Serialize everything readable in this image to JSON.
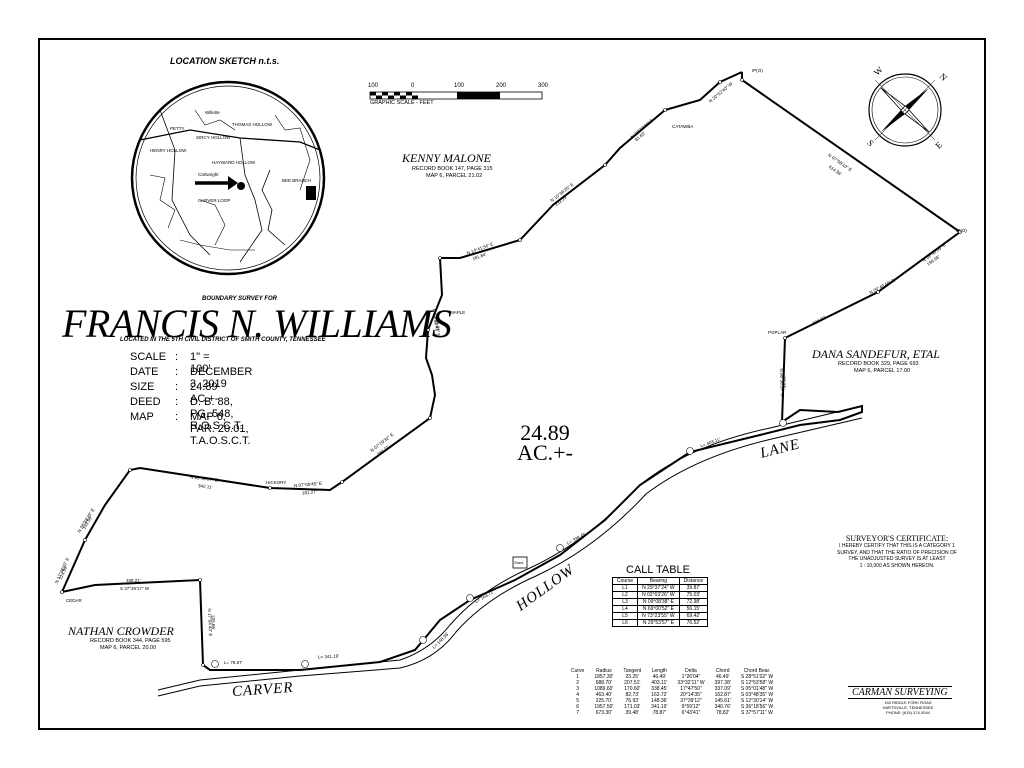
{
  "sheet": {
    "location_sketch": "LOCATION SKETCH  n.t.s.",
    "graphic_scale": {
      "ticks": [
        "100",
        "0",
        "100",
        "200",
        "300"
      ],
      "caption": "GRAPHIC SCALE - FEET"
    },
    "sketch_labels": {
      "cartwright": "Cartwright",
      "willette": "Willette",
      "sircy_hollow": "SIRCY HOLLOW",
      "thomas_hollow": "THOMAS HOLLOW",
      "hayward_hollow": "HAYWARD HOLLOW",
      "bee_branch": "BEE BRANCH",
      "carver_loop": "CARVER LOOP",
      "henry_hollow": "HENRY HOLLOW",
      "petty": "PETTY"
    },
    "title": {
      "prefix": "BOUNDARY SURVEY FOR",
      "name": "FRANCIS N. WILLIAMS",
      "located": "LOCATED IN THE 5TH CIVIL DISTRICT OF SMITH COUNTY, TENNESSEE"
    },
    "info": [
      {
        "key": "SCALE",
        "value": "1\" = 100'"
      },
      {
        "key": "DATE",
        "value": "DECEMBER 3, 2019"
      },
      {
        "key": "SIZE",
        "value": "24.89 AC.+-"
      },
      {
        "key": "DEED",
        "value": "D. B. 88, PG. 548, R.O.S.C.T."
      },
      {
        "key": "MAP",
        "value": "MAP 6, PAR. 20.01, T.A.O.S.C.T."
      }
    ],
    "acreage": {
      "value": "24.89",
      "unit": "AC.+-"
    },
    "owners": {
      "kenny": {
        "name": "KENNY MALONE",
        "line1": "RECORD BOOK 147, PAGE 315",
        "line2": "MAP 6, PARCEL 21.02"
      },
      "dana": {
        "name": "DANA SANDEFUR, ETAL",
        "line1": "RECORD BOOK 329, PAGE 693",
        "line2": "MAP 6, PARCEL 17.00"
      },
      "nathan": {
        "name": "NATHAN CROWDER",
        "line1": "RECORD BOOK 344, PAGE 595",
        "line2": "MAP 6, PARCEL 20.00"
      }
    },
    "roads": {
      "carver": "CARVER",
      "hollow": "HOLLOW",
      "lane": "LANE"
    },
    "compass": {
      "n": "N",
      "s": "S",
      "e": "E",
      "w": "W"
    },
    "boundary_labels": {
      "b1": "N 07°08'10\" E",
      "b1d": "614.96'",
      "b2": "N 20°52'40\" W",
      "b2d": "121.40'",
      "b3": "N 07°28'00\" E",
      "b3d": "81.65'",
      "b4": "N 10°36'25\" E",
      "b4d": "211.23'",
      "b5": "N 14°41'34\" E",
      "b5d": "181.84'",
      "b6": "N 04°31'43\" E",
      "b6d": "185.91'",
      "b7": "N 07°29'32\" E",
      "b7d": "264.21'",
      "b8": "N 83°35'27\" E",
      "b8d": "342.11'",
      "b9": "N 07°00'45\" E",
      "b9d": "161.27'",
      "b10": "N 28°58'29\" E",
      "b10d": "135.99'",
      "b11": "N 17°38'15\" E",
      "b11d": "114.99'",
      "b12": "N 25°46'45\" E",
      "b12d": "230.00'",
      "b13": "N 06°36'26\" E",
      "b13d": "69.24'",
      "b14": "N 59°40'05\" E",
      "b14d": "196.96'",
      "b15": "S 37°29'17\" W",
      "b15d": "338.21'",
      "b16": "N 17°04'43\" E",
      "b16d": "205.66'",
      "c1": "L= 403.11'",
      "c2": "L= 338.45'",
      "c3": "L= 163.72'",
      "c4": "L= 148.36'",
      "c5": "L= 341.19'",
      "c6": "L= 78.87'"
    },
    "call_table": {
      "title": "CALL TABLE",
      "headers": [
        "Course",
        "Bearing",
        "Distance"
      ],
      "rows": [
        [
          "L1",
          "N 29°37'24\" W",
          "39.87'"
        ],
        [
          "L2",
          "N 02°03'26\" W",
          "75.03'"
        ],
        [
          "L3",
          "N 09°08'38\" E",
          "72.98'"
        ],
        [
          "L4",
          "N 69°00'52\" E",
          "56.15'"
        ],
        [
          "L5",
          "N 73°23'55\" W",
          "69.42'"
        ],
        [
          "L6",
          "N 29°53'57\" E",
          "76.52'"
        ]
      ]
    },
    "curve_table": {
      "headers": [
        "Curve",
        "Radius",
        "Tangent",
        "Length",
        "Delta",
        "Chord",
        "Chord Bear."
      ],
      "rows": [
        [
          "1",
          "1857.30'",
          "23.25'",
          "46.49'",
          "1°26'04\"",
          "46.49'",
          "S 28°51'02\" W"
        ],
        [
          "2",
          "688.70'",
          "207.51'",
          "403.11'",
          "33°32'11\" W",
          "397.38'",
          "S 12°53'58\" W"
        ],
        [
          "3",
          "1089.60'",
          "170.60'",
          "338.45'",
          "17°47'50\"",
          "337.09'",
          "S 05°01'48\" W"
        ],
        [
          "4",
          "463.40'",
          "82.73'",
          "163.72'",
          "20°14'35\"",
          "162.87'",
          "S 03°48'35\" W"
        ],
        [
          "5",
          "225.70'",
          "76.93'",
          "148.36'",
          "37°39'12\"",
          "145.61'",
          "S 12°30'14\" W"
        ],
        [
          "6",
          "1957.50'",
          "171.03'",
          "341.19'",
          "9°59'12\"",
          "340.76'",
          "S 36°18'56\" W"
        ],
        [
          "7",
          "673.30'",
          "39.48'",
          "78.87'",
          "6°43'41\"",
          "78.82'",
          "S 37°57'11\" W"
        ]
      ]
    },
    "certificate": {
      "title": "SURVEYOR'S CERTIFICATE:",
      "lines": [
        "I HEREBY CERTIFY THAT THIS IS A CATEGORY 1",
        "SURVEY, AND THAT THE RATIO OF PRECISION OF",
        "THE UNADJUSTED SURVEY IS AT LEAST",
        "1 : 10,000 AS SHOWN HEREON."
      ]
    },
    "surveyor": {
      "name": "CARMAN SURVEYING",
      "line1": "152 RIDDLE FORK ROAD",
      "line2": "HARTSVILLE, TENNESSEE",
      "line3": "PHONE: (615) 374-3044"
    },
    "marks": {
      "ipo": "IP(O)",
      "shed": "Shed",
      "poplar": "POPLAR",
      "maple": "MAPLE",
      "cedar": "CEDAR",
      "hickory": "HICKORY",
      "catawba": "CATAWBA"
    }
  }
}
